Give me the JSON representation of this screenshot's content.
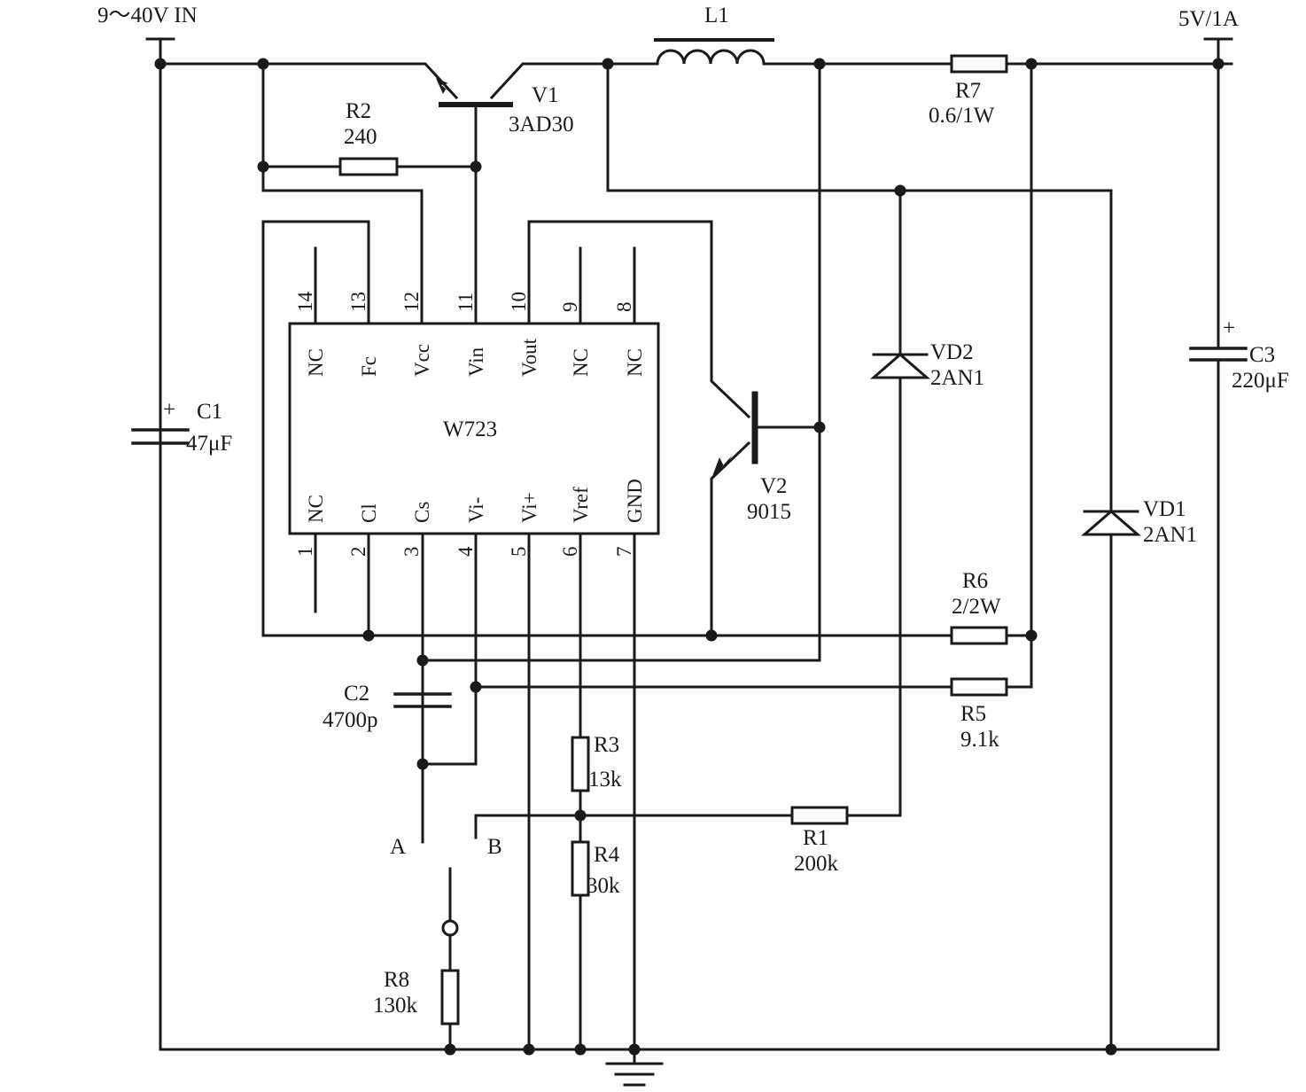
{
  "input": {
    "label": "9～40V IN"
  },
  "output": {
    "label": "5V/1A"
  },
  "inductor": {
    "ref": "L1"
  },
  "ic": {
    "name": "W723",
    "top_pins": [
      {
        "num": "14",
        "name": "NC"
      },
      {
        "num": "13",
        "name": "Fc"
      },
      {
        "num": "12",
        "name": "Vcc"
      },
      {
        "num": "11",
        "name": "Vin"
      },
      {
        "num": "10",
        "name": "Vout"
      },
      {
        "num": "9",
        "name": "NC"
      },
      {
        "num": "8",
        "name": "NC"
      }
    ],
    "bottom_pins": [
      {
        "num": "1",
        "name": "NC"
      },
      {
        "num": "2",
        "name": "Cl"
      },
      {
        "num": "3",
        "name": "Cs"
      },
      {
        "num": "4",
        "name": "Vi-"
      },
      {
        "num": "5",
        "name": "Vi+"
      },
      {
        "num": "6",
        "name": "Vref"
      },
      {
        "num": "7",
        "name": "GND"
      }
    ]
  },
  "transistors": {
    "v1": {
      "ref": "V1",
      "value": "3AD30"
    },
    "v2": {
      "ref": "V2",
      "value": "9015"
    }
  },
  "resistors": {
    "r1": {
      "ref": "R1",
      "value": "200k"
    },
    "r2": {
      "ref": "R2",
      "value": "240"
    },
    "r3": {
      "ref": "R3",
      "value": "13k"
    },
    "r4": {
      "ref": "R4",
      "value": "30k"
    },
    "r5": {
      "ref": "R5",
      "value": "9.1k"
    },
    "r6": {
      "ref": "R6",
      "value": "2/2W"
    },
    "r7": {
      "ref": "R7",
      "value": "0.6/1W"
    },
    "r8": {
      "ref": "R8",
      "value": "130k"
    }
  },
  "capacitors": {
    "c1": {
      "ref": "C1",
      "value": "47μF",
      "polarity": "+"
    },
    "c2": {
      "ref": "C2",
      "value": "4700p"
    },
    "c3": {
      "ref": "C3",
      "value": "220μF",
      "polarity": "+"
    }
  },
  "diodes": {
    "vd1": {
      "ref": "VD1",
      "value": "2AN1"
    },
    "vd2": {
      "ref": "VD2",
      "value": "2AN1"
    }
  },
  "switch": {
    "pos_a": "A",
    "pos_b": "B"
  }
}
